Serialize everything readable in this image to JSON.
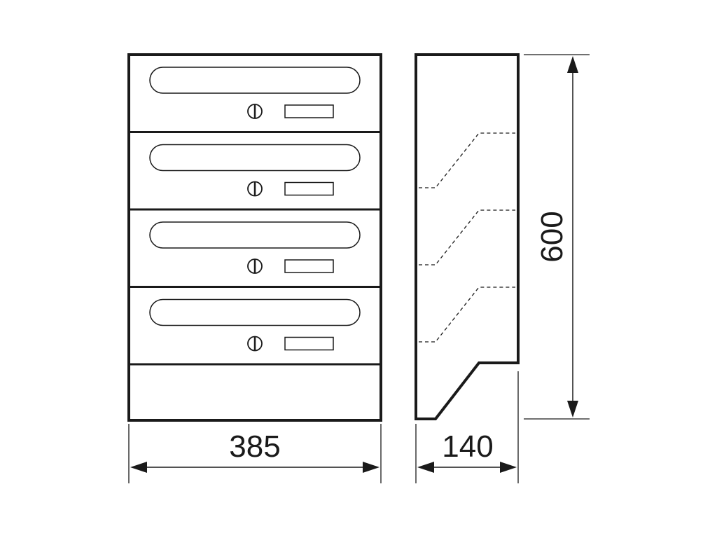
{
  "drawing": {
    "line_color": "#1a1a1a",
    "background": "#ffffff",
    "mailbox_count": 4,
    "front_view": {
      "mailboxes": [
        {
          "slot_icon": "mail-slot",
          "lock_icon": "lock-icon",
          "nameplate_icon": "nameplate"
        },
        {
          "slot_icon": "mail-slot",
          "lock_icon": "lock-icon",
          "nameplate_icon": "nameplate"
        },
        {
          "slot_icon": "mail-slot",
          "lock_icon": "lock-icon",
          "nameplate_icon": "nameplate"
        },
        {
          "slot_icon": "mail-slot",
          "lock_icon": "lock-icon",
          "nameplate_icon": "nameplate"
        }
      ]
    },
    "dimensions": {
      "width": "385",
      "depth": "140",
      "height": "600"
    }
  }
}
